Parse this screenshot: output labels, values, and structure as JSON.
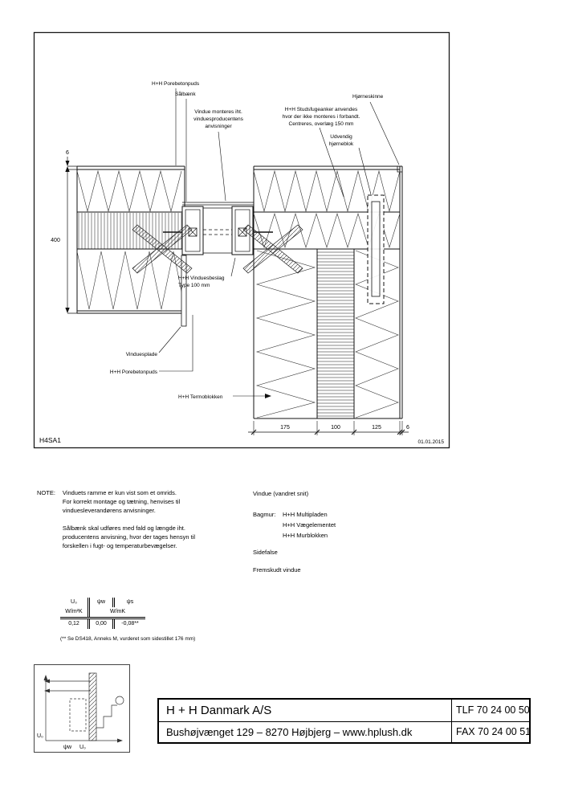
{
  "page": {
    "drawing_id": "H4SA1",
    "date": "01.01.2015"
  },
  "drawing": {
    "labels": {
      "porebetonpuds_top": "H+H Porebetonpuds",
      "saalbaenk": "Sålbænk",
      "vindue_monteres": [
        "Vindue monteres iht.",
        "vinduesproducentens",
        "anvisninger"
      ],
      "studsfugeanker": [
        "H+H Studsfugeanker anvendes",
        "hvor der ikke monteres i forbandt.",
        "Centreres, overlæg 150 mm"
      ],
      "hjorneskinne": "Hjørneskinne",
      "udvendig_hjorneblok": [
        "Udvendig",
        "hjørneblok"
      ],
      "vinduesbeslag": [
        "H+H Vinduesbeslag",
        "Type 100 mm"
      ],
      "vinduesplade": "Vinduesplade",
      "porebetonpuds_bottom": "H+H Porebetonpuds",
      "termoblokken": "H+H Termoblokken"
    },
    "dimensions": {
      "wall_left_thickness": "400",
      "puds_left": "6",
      "bottom": [
        "175",
        "100",
        "125",
        "6"
      ]
    }
  },
  "note": {
    "label": "NOTE:",
    "lines1": [
      "Vinduets ramme er kun vist som et omrids.",
      "For korrekt montage og tætning, henvises til",
      "vinduesleverandørens anvisninger."
    ],
    "lines2": [
      "Sålbænk skal udføres med fald og længde iht.",
      "producentens anvisning, hvor der tages hensyn til",
      "forskellen i fugt- og temperaturbevægelser."
    ]
  },
  "info": {
    "title": "Vindue (vandret snit)",
    "bagmur_label": "Bagmur:",
    "bagmur_items": [
      "H+H Multipladen",
      "H+H Vægelementet",
      "H+H Murblokken"
    ],
    "sidefalse": "Sidefalse",
    "fremskudt": "Fremskudt vindue"
  },
  "thermal_table": {
    "headers": [
      "U₀",
      "ψw",
      "ψs"
    ],
    "unit_col1": "W/m²K",
    "unit_col23": "W/mK",
    "values": [
      "0,12",
      "0,00",
      "-0,08**"
    ],
    "footnote": "(** Se DS418, Anneks M, vurderet som sidestillet 176 mm)"
  },
  "mini_diagram": {
    "u0_left": "U₀",
    "psi_bottom": "ψw",
    "u0_bottom": "U₀"
  },
  "title_block": {
    "company": "H + H Danmark A/S",
    "address": "Bushøjvænget 129 – 8270 Højbjerg – www.hplush.dk",
    "tlf": "TLF 70 24 00 50",
    "fax": "FAX 70 24 00 51"
  }
}
